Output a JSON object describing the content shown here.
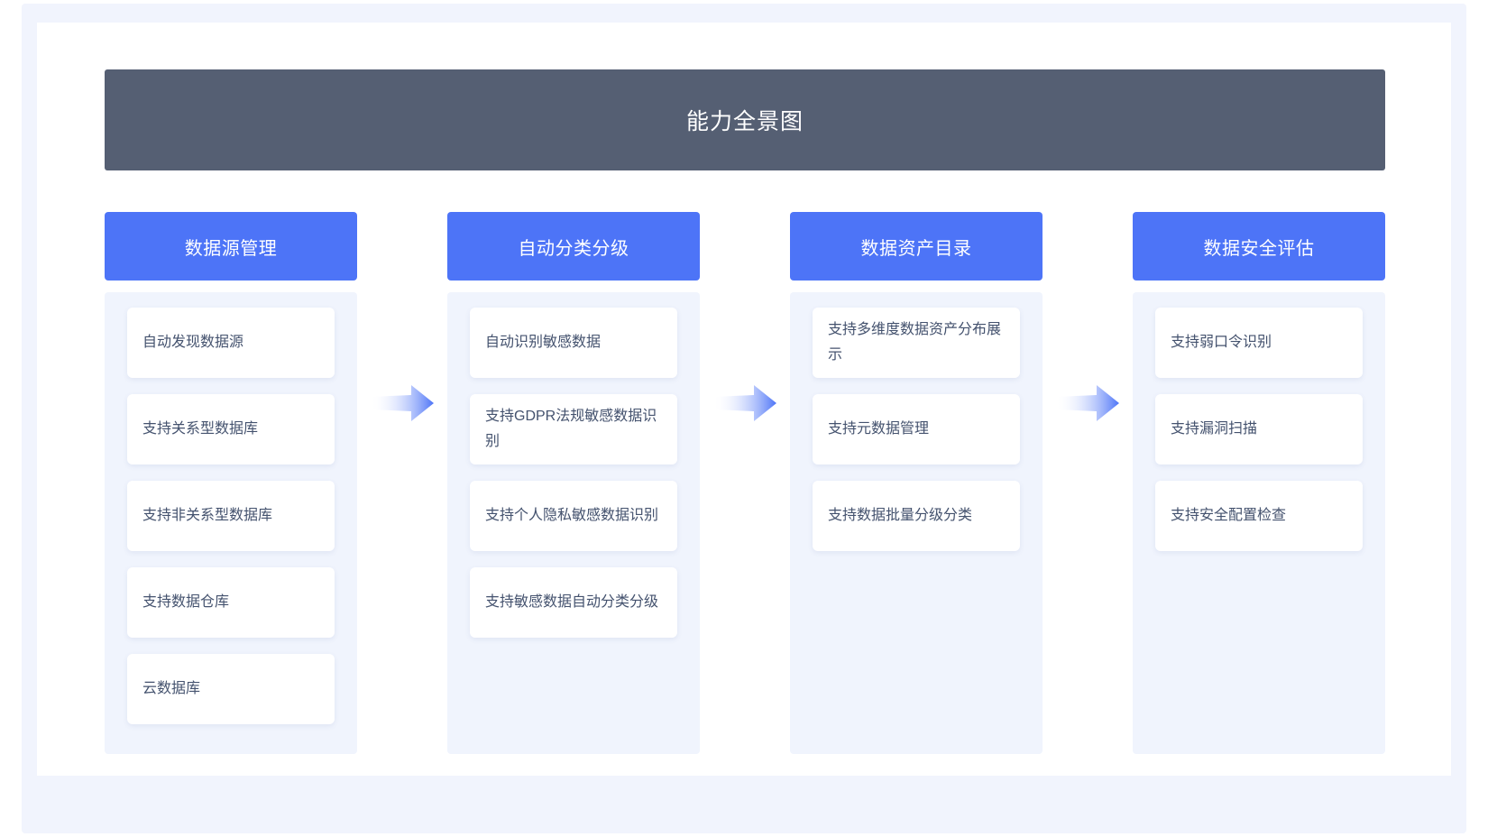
{
  "header": {
    "title": "能力全景图",
    "background_color": "#555f73",
    "text_color": "#ffffff"
  },
  "theme": {
    "accent_color": "#4d74f7",
    "panel_background": "#f0f4fd",
    "card_background": "#ffffff",
    "card_text_color": "#44526e",
    "frame_background": "#f1f4fd",
    "canvas_background": "#ffffff"
  },
  "arrows": [
    {
      "name": "arrow-1",
      "direction": "right"
    },
    {
      "name": "arrow-2",
      "direction": "right"
    },
    {
      "name": "arrow-3",
      "direction": "right"
    }
  ],
  "columns": [
    {
      "title": "数据源管理",
      "items": [
        "自动发现数据源",
        "支持关系型数据库",
        "支持非关系型数据库",
        "支持数据仓库",
        "云数据库"
      ]
    },
    {
      "title": "自动分类分级",
      "items": [
        "自动识别敏感数据",
        "支持GDPR法规敏感数据识别",
        "支持个人隐私敏感数据识别",
        "支持敏感数据自动分类分级"
      ]
    },
    {
      "title": "数据资产目录",
      "items": [
        "支持多维度数据资产分布展示",
        "支持元数据管理",
        "支持数据批量分级分类"
      ]
    },
    {
      "title": "数据安全评估",
      "items": [
        "支持弱口令识别",
        "支持漏洞扫描",
        "支持安全配置检查"
      ]
    }
  ]
}
